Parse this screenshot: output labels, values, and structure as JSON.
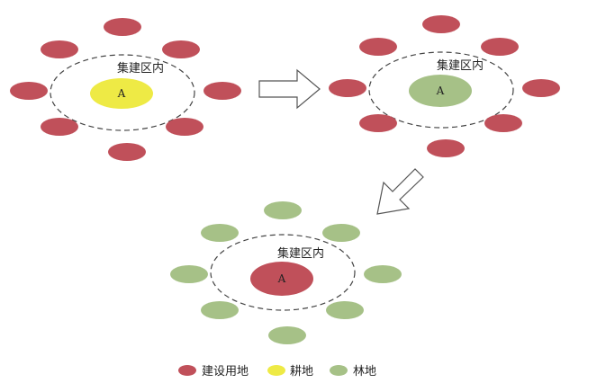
{
  "colors": {
    "construction": "#c0505a",
    "cultivated": "#eeea45",
    "forest": "#a6c187",
    "dash": "#444444",
    "arrow_stroke": "#555555"
  },
  "diagram": {
    "panels": [
      {
        "zone_label": "集建区内",
        "core_label": "A",
        "core_type": "cultivated",
        "surround_type": "construction"
      },
      {
        "zone_label": "集建区内",
        "core_label": "A",
        "core_type": "forest",
        "surround_type": "construction"
      },
      {
        "zone_label": "集建区内",
        "core_label": "A",
        "core_type": "construction",
        "surround_type": "forest"
      }
    ]
  },
  "legend": {
    "items": [
      {
        "label": "建设用地",
        "type": "construction"
      },
      {
        "label": "耕地",
        "type": "cultivated"
      },
      {
        "label": "林地",
        "type": "forest"
      }
    ]
  }
}
